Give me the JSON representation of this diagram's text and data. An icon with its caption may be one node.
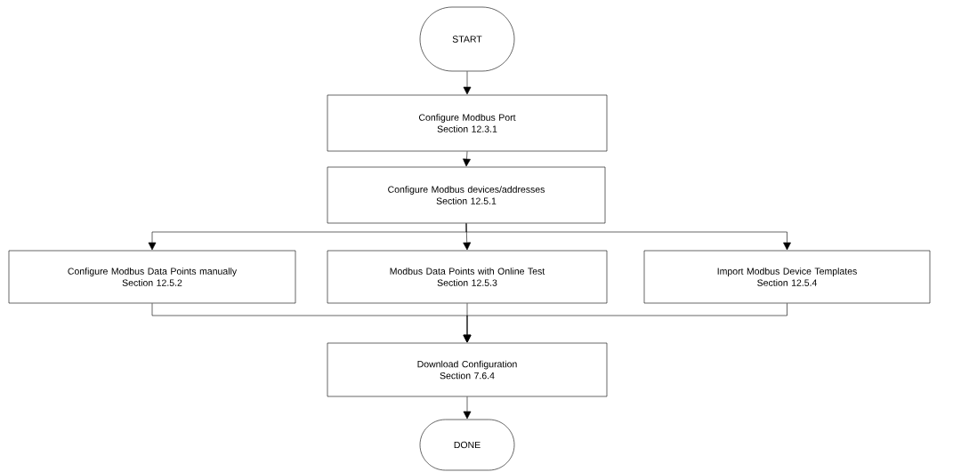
{
  "diagram": {
    "nodes": [
      {
        "text": [
          "START"
        ]
      },
      {
        "text": [
          "Configure Modbus Port",
          "Section 12.3.1"
        ]
      },
      {
        "text": [
          "Configure Modbus devices/addresses",
          "Section 12.5.1"
        ]
      },
      {
        "text": [
          "Configure Modbus Data Points manually",
          "Section 12.5.2"
        ]
      },
      {
        "text": [
          "Modbus Data Points with Online Test",
          "Section 12.5.3"
        ]
      },
      {
        "text": [
          "Import Modbus Device Templates",
          "Section 12.5.4"
        ]
      },
      {
        "text": [
          "Download Configuration",
          "Section 7.6.4"
        ]
      },
      {
        "text": [
          "DONE"
        ]
      }
    ],
    "edges": [
      {
        "from": 0,
        "to": 1,
        "arrow": "to"
      },
      {
        "from": 1,
        "to": 2,
        "arrow": "to"
      },
      {
        "from": 2,
        "to": 3,
        "arrow": "to"
      },
      {
        "from": 2,
        "to": 4,
        "arrow": "to"
      },
      {
        "from": 2,
        "to": 5,
        "arrow": "to"
      },
      {
        "from": 3,
        "to": 6,
        "arrow": "to"
      },
      {
        "from": 4,
        "to": 6,
        "arrow": "to"
      },
      {
        "from": 5,
        "to": 6,
        "arrow": "to"
      },
      {
        "from": 6,
        "to": 7,
        "arrow": "to"
      }
    ]
  }
}
